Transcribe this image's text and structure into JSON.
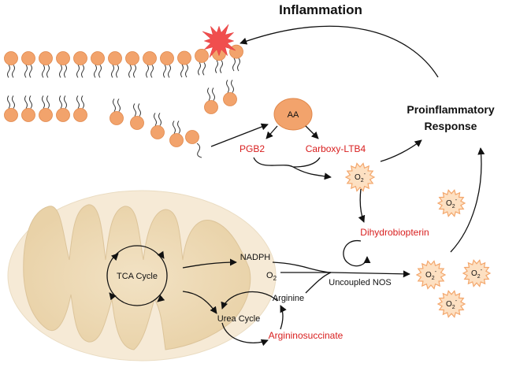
{
  "title": "Inflammation",
  "response": {
    "line1": "Proinflammatory",
    "line2": "Response"
  },
  "aa": "AA",
  "pgb2": "PGB2",
  "carboxy_ltb4": "Carboxy-LTB4",
  "dihydrobiopterin": "Dihydrobiopterin",
  "tca_cycle": "TCA Cycle",
  "urea_cycle": "Urea Cycle",
  "nadph": "NADPH",
  "o2": "O",
  "o2_subscript": "2",
  "uncoupled_nos": "Uncoupled NOS",
  "arginine": "Arginine",
  "argininosuccinate": "Argininosuccinate",
  "superoxide": {
    "base": "O",
    "sub": "2",
    "sup": "-"
  },
  "colors": {
    "bead": "#f2a36c",
    "bead_stroke": "#e0874a",
    "burst": "#f04e4e",
    "superoxide_fill": "#fde0c2",
    "superoxide_stroke": "#f3a66b",
    "mito_outer": "#f6ead6",
    "mito_inner": "#ead3a5",
    "red_text": "#d81e1e"
  }
}
